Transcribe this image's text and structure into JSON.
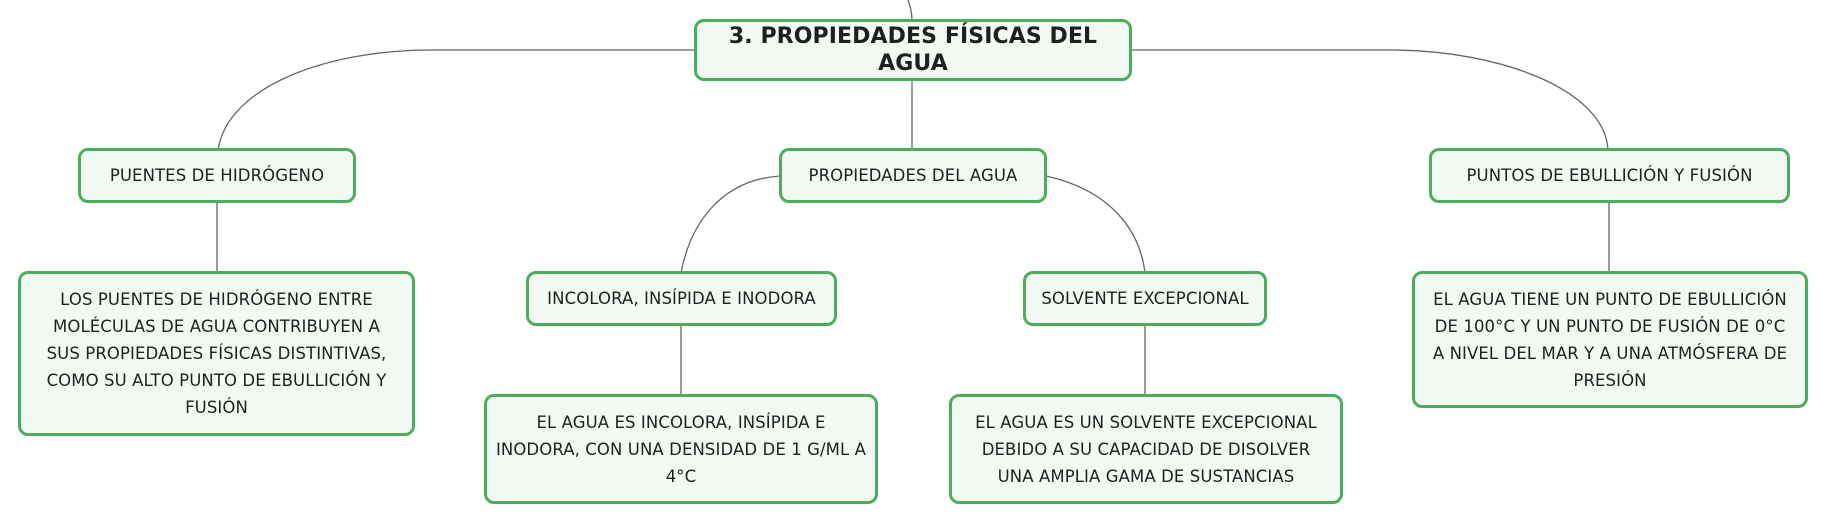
{
  "map": {
    "root": "3. PROPIEDADES FÍSICAS DEL AGUA",
    "branch_hydrogen": {
      "title": "PUENTES DE HIDRÓGENO",
      "detail": "LOS PUENTES DE HIDRÓGENO ENTRE MOLÉCULAS DE AGUA CONTRIBUYEN A SUS PROPIEDADES FÍSICAS DISTINTIVAS, COMO SU ALTO PUNTO DE EBULLICIÓN Y FUSIÓN"
    },
    "branch_properties": {
      "title": "PROPIEDADES DEL AGUA",
      "colorless": {
        "title": "INCOLORA, INSÍPIDA E INODORA",
        "detail": "EL AGUA ES INCOLORA, INSÍPIDA E INODORA, CON UNA DENSIDAD DE 1 G/ML A 4°C"
      },
      "solvent": {
        "title": "SOLVENTE EXCEPCIONAL",
        "detail": "EL AGUA ES UN SOLVENTE EXCEPCIONAL DEBIDO A SU CAPACIDAD DE DISOLVER UNA AMPLIA GAMA DE SUSTANCIAS"
      }
    },
    "branch_points": {
      "title": "PUNTOS DE EBULLICIÓN Y FUSIÓN",
      "detail": "EL AGUA TIENE UN PUNTO DE EBULLICIÓN DE 100°C Y UN PUNTO DE FUSIÓN DE 0°C A NIVEL DEL MAR Y A UNA ATMÓSFERA DE PRESIÓN"
    }
  },
  "colors": {
    "node_border": "#4cae5c",
    "node_fill": "#f2faf3",
    "connector": "#666666",
    "text": "#1f1f1f"
  }
}
